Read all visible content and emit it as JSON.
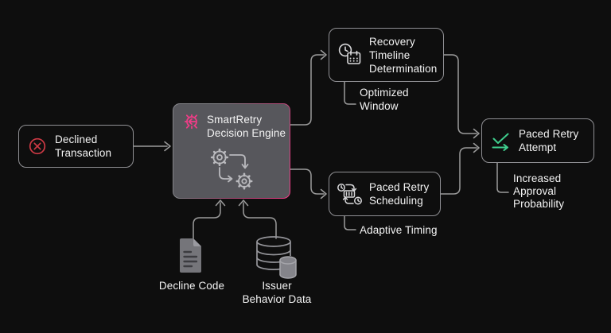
{
  "colors": {
    "background": "#0e0e0e",
    "accent_pink": "#ef3d87",
    "error_red": "#cf3a45",
    "success_green": "#3fcf8e",
    "line_grey": "#9b9b9b",
    "engine_fill": "#57575c"
  },
  "nodes": {
    "declined": {
      "label": "Declined\nTransaction"
    },
    "engine": {
      "label": "SmartRetry\nDecision Engine"
    },
    "recovery": {
      "label": "Recovery\nTimeline\nDetermination",
      "note": "Optimized\nWindow"
    },
    "scheduling": {
      "label": "Paced Retry\nScheduling",
      "note": "Adaptive Timing"
    },
    "attempt": {
      "label": "Paced Retry\nAttempt",
      "note": "Increased\nApproval\nProbability"
    }
  },
  "inputs": {
    "decline_code": {
      "label": "Decline Code"
    },
    "issuer_data": {
      "label": "Issuer\nBehavior Data"
    }
  }
}
